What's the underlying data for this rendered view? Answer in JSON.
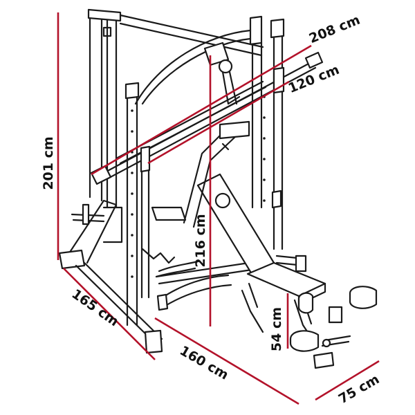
{
  "colors": {
    "dimension_line": "#b3122a",
    "outline": "#1a1a1a",
    "label_text": "#111111",
    "background": "#ffffff"
  },
  "dimensions": {
    "frame_height": "201 cm",
    "bar_length": "208 cm",
    "bar_grip_width": "120 cm",
    "bench_height": "216 cm",
    "frame_depth": "165 cm",
    "total_length": "160 cm",
    "bench_width": "75 cm",
    "seat_height": "54 cm"
  }
}
